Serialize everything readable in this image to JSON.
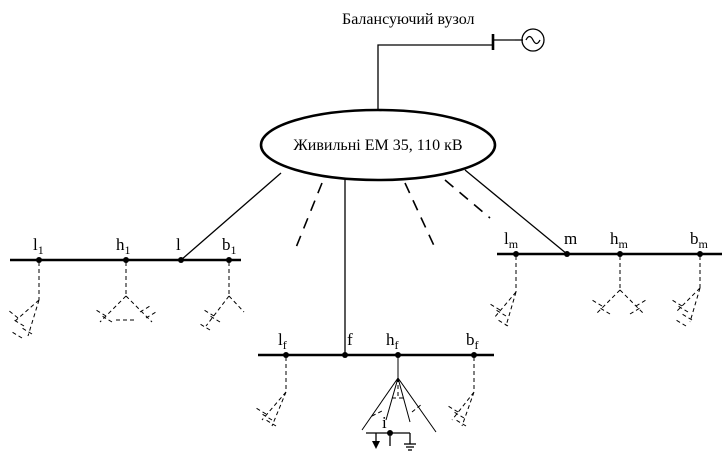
{
  "diagram": {
    "balancing_node_label": "Балансуючий вузол",
    "source_label": "Живильні ЕМ 35, 110 кВ",
    "feeders": [
      {
        "nodes": [
          {
            "main": "l",
            "sub": "1"
          },
          {
            "main": "h",
            "sub": "1"
          },
          {
            "main": "l",
            "sub": ""
          },
          {
            "main": "b",
            "sub": "1"
          }
        ]
      },
      {
        "nodes": [
          {
            "main": "l",
            "sub": "f"
          },
          {
            "main": "f",
            "sub": ""
          },
          {
            "main": "h",
            "sub": "f"
          },
          {
            "main": "b",
            "sub": "f"
          }
        ]
      },
      {
        "nodes": [
          {
            "main": "l",
            "sub": "m"
          },
          {
            "main": "m",
            "sub": ""
          },
          {
            "main": "h",
            "sub": "m"
          },
          {
            "main": "b",
            "sub": "m"
          }
        ]
      }
    ],
    "load_node_label": "i",
    "generator_icon": "ac-source-icon"
  }
}
